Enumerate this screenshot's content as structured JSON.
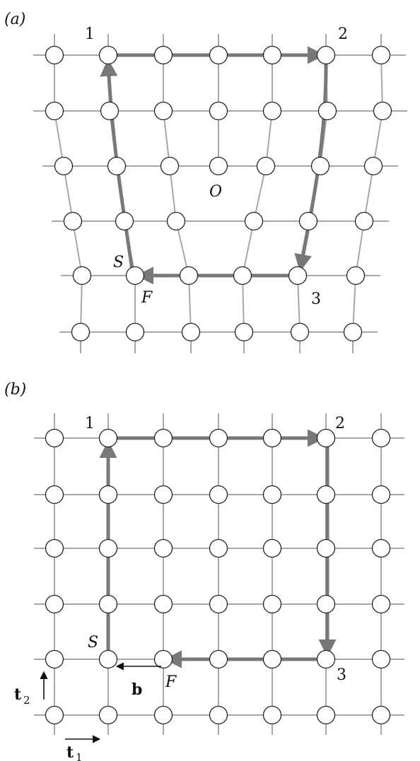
{
  "panel_a": {
    "label": "(a)",
    "corner_labels": {
      "c1": "1",
      "c2": "2",
      "c3": "3"
    },
    "start_label": "S",
    "finish_label": "F",
    "origin_label": "O"
  },
  "panel_b": {
    "label": "(b)",
    "corner_labels": {
      "c1": "1",
      "c2": "2",
      "c3": "3"
    },
    "start_label": "S",
    "finish_label": "F",
    "burgers_label": "b",
    "t1_label": "t",
    "t1_sub": "1",
    "t2_label": "t",
    "t2_sub": "2"
  },
  "colors": {
    "grid": "#a8a8a8",
    "circuit": "#787878",
    "atom_stroke": "#222222",
    "atom_fill": "#ffffff",
    "text": "#111111"
  }
}
